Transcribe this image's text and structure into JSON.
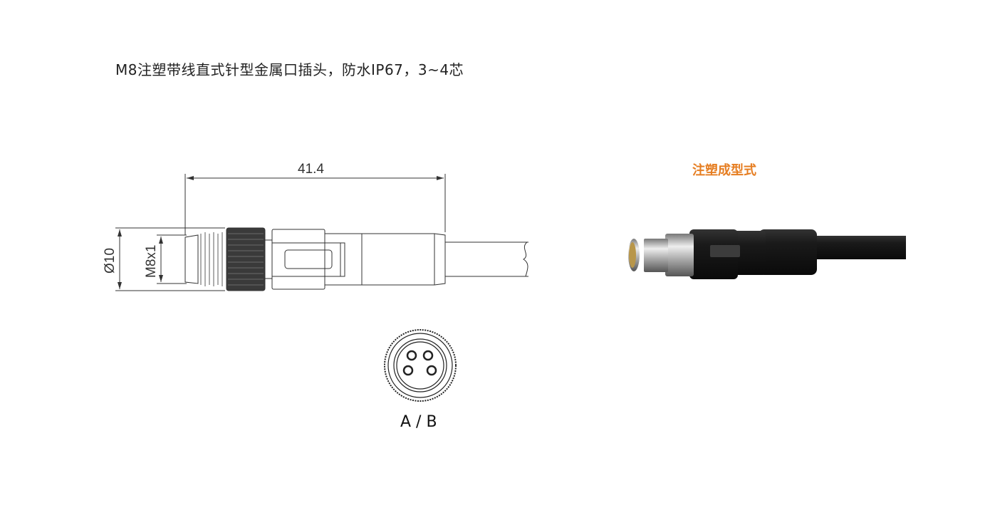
{
  "title": "M8注塑带线直式针型金属口插头，防水IP67，3~4芯",
  "drawing": {
    "length_dim": "41.4",
    "diameter_dim": "Ø10",
    "thread_dim": "M8x1"
  },
  "front_view": {
    "label": "A / B"
  },
  "photo": {
    "label": "注塑成型式"
  },
  "colors": {
    "accent": "#e67e22"
  }
}
